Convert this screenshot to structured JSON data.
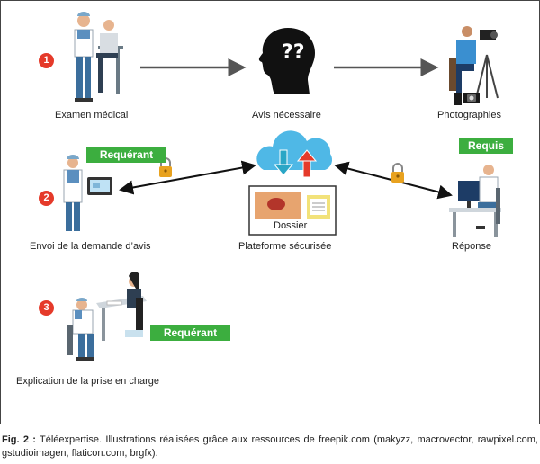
{
  "steps": [
    {
      "number": "1"
    },
    {
      "number": "2"
    },
    {
      "number": "3"
    }
  ],
  "nodes": {
    "examen": "Examen médical",
    "avis": "Avis nécessaire",
    "photos": "Photographies",
    "envoi": "Envoi de la demande d’avis",
    "plateforme": "Plateforme sécurisée",
    "reponse": "Réponse",
    "explication": "Explication de la prise en charge",
    "dossier": "Dossier"
  },
  "badges": {
    "requerant_top": "Requérant",
    "requis": "Requis",
    "requerant_bottom": "Requérant"
  },
  "caption": {
    "fig": "Fig. 2 :",
    "text": " Téléexpertise. Illustrations réalisées grâce aux ressources de freepik.com (makyzz, macrovector, rawpixel.com, gstudioimagen, flaticon.com, brgfx)."
  },
  "colors": {
    "badge": "#3cae3f",
    "step": "#e53a2a",
    "cloud": "#4fb8e6",
    "arrow_up": "#e53a2a",
    "arrow_down": "#2aa6c6",
    "lock": "#e8a21f"
  }
}
